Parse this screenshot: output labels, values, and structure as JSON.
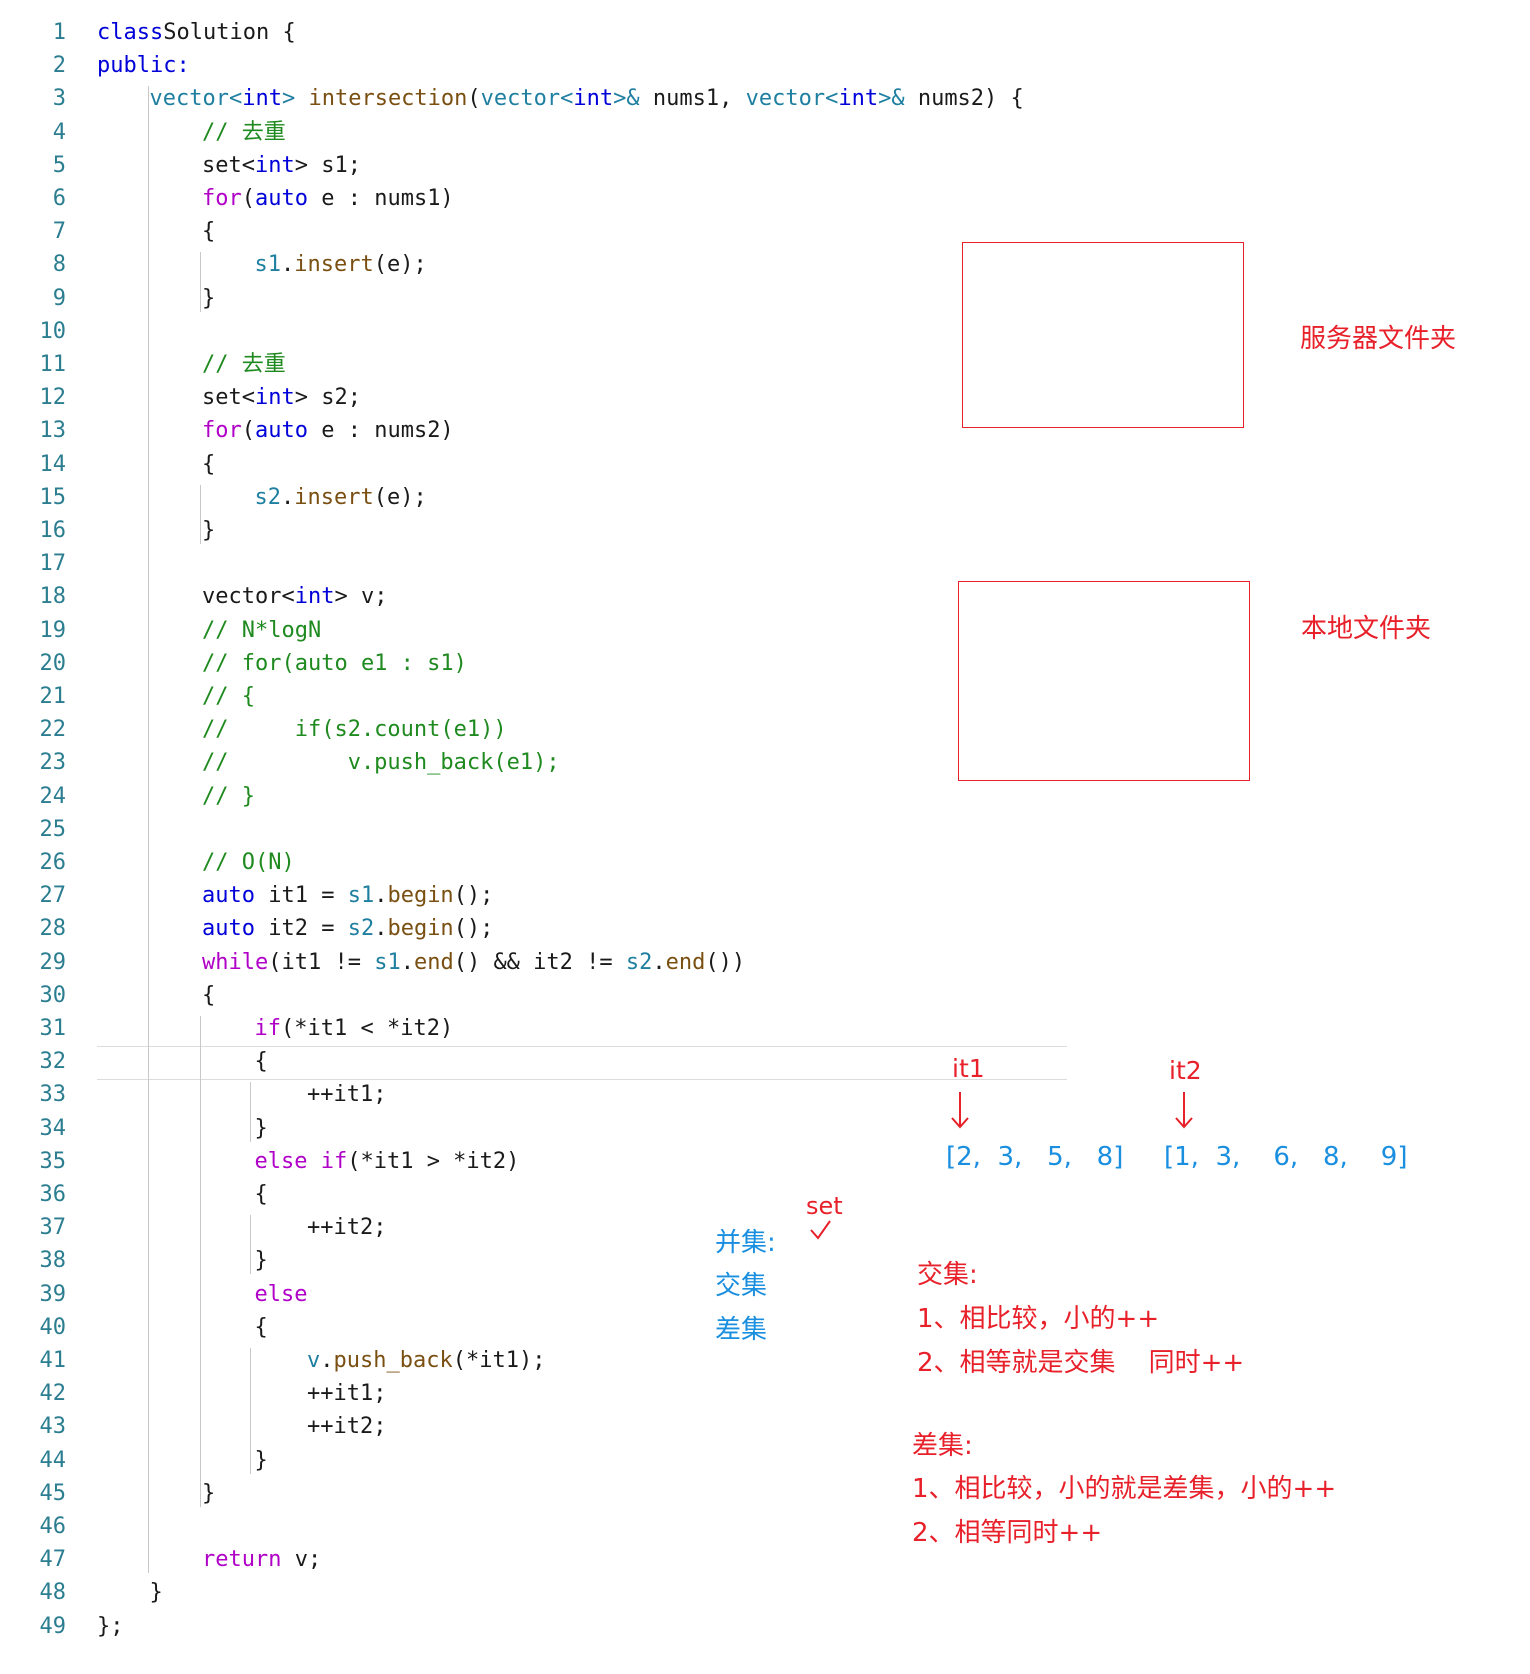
{
  "code": {
    "lines": [
      {
        "n": "1",
        "segs": [
          [
            "k",
            "class"
          ],
          [
            "",
            "Solution {"
          ]
        ],
        "ind": 0
      },
      {
        "n": "2",
        "segs": [
          [
            "k",
            "public:"
          ]
        ],
        "ind": 0
      },
      {
        "n": "3",
        "segs": [
          [
            "t",
            "vector<"
          ],
          [
            "k",
            "int"
          ],
          [
            "t",
            ">"
          ],
          [
            "",
            " "
          ],
          [
            "f",
            "intersection"
          ],
          [
            "",
            "("
          ],
          [
            "t",
            "vector<"
          ],
          [
            "k",
            "int"
          ],
          [
            "t",
            ">&"
          ],
          [
            "",
            " nums1, "
          ],
          [
            "t",
            "vector<"
          ],
          [
            "k",
            "int"
          ],
          [
            "t",
            ">&"
          ],
          [
            "",
            " nums2) {"
          ]
        ],
        "ind": 1
      },
      {
        "n": "4",
        "segs": [
          [
            "c",
            "// 去重"
          ]
        ],
        "ind": 2
      },
      {
        "n": "5",
        "segs": [
          [
            "",
            "set<"
          ],
          [
            "k",
            "int"
          ],
          [
            "",
            "> s1;"
          ]
        ],
        "ind": 2
      },
      {
        "n": "6",
        "segs": [
          [
            "m",
            "for"
          ],
          [
            "",
            "("
          ],
          [
            "k",
            "auto"
          ],
          [
            "",
            " e : nums1)"
          ]
        ],
        "ind": 2
      },
      {
        "n": "7",
        "segs": [
          [
            "",
            "{"
          ]
        ],
        "ind": 2
      },
      {
        "n": "8",
        "segs": [
          [
            "t",
            "s1"
          ],
          [
            "",
            "."
          ],
          [
            "f",
            "insert"
          ],
          [
            "",
            "(e);"
          ]
        ],
        "ind": 3
      },
      {
        "n": "9",
        "segs": [
          [
            "",
            "}"
          ]
        ],
        "ind": 2
      },
      {
        "n": "10",
        "segs": [],
        "ind": 0
      },
      {
        "n": "11",
        "segs": [
          [
            "c",
            "// 去重"
          ]
        ],
        "ind": 2
      },
      {
        "n": "12",
        "segs": [
          [
            "",
            "set<"
          ],
          [
            "k",
            "int"
          ],
          [
            "",
            "> s2;"
          ]
        ],
        "ind": 2
      },
      {
        "n": "13",
        "segs": [
          [
            "m",
            "for"
          ],
          [
            "",
            "("
          ],
          [
            "k",
            "auto"
          ],
          [
            "",
            " e : nums2)"
          ]
        ],
        "ind": 2
      },
      {
        "n": "14",
        "segs": [
          [
            "",
            "{"
          ]
        ],
        "ind": 2
      },
      {
        "n": "15",
        "segs": [
          [
            "t",
            "s2"
          ],
          [
            "",
            "."
          ],
          [
            "f",
            "insert"
          ],
          [
            "",
            "(e);"
          ]
        ],
        "ind": 3
      },
      {
        "n": "16",
        "segs": [
          [
            "",
            "}"
          ]
        ],
        "ind": 2
      },
      {
        "n": "17",
        "segs": [],
        "ind": 0
      },
      {
        "n": "18",
        "segs": [
          [
            "",
            "vector<"
          ],
          [
            "k",
            "int"
          ],
          [
            "",
            "> v;"
          ]
        ],
        "ind": 2
      },
      {
        "n": "19",
        "segs": [
          [
            "c",
            "// N*logN"
          ]
        ],
        "ind": 2
      },
      {
        "n": "20",
        "segs": [
          [
            "c",
            "// for(auto e1 : s1)"
          ]
        ],
        "ind": 2
      },
      {
        "n": "21",
        "segs": [
          [
            "c",
            "// {"
          ]
        ],
        "ind": 2
      },
      {
        "n": "22",
        "segs": [
          [
            "c",
            "//     if(s2.count(e1))"
          ]
        ],
        "ind": 2
      },
      {
        "n": "23",
        "segs": [
          [
            "c",
            "//         v.push_back(e1);"
          ]
        ],
        "ind": 2
      },
      {
        "n": "24",
        "segs": [
          [
            "c",
            "// }"
          ]
        ],
        "ind": 2
      },
      {
        "n": "25",
        "segs": [],
        "ind": 0
      },
      {
        "n": "26",
        "segs": [
          [
            "c",
            "// O(N)"
          ]
        ],
        "ind": 2
      },
      {
        "n": "27",
        "segs": [
          [
            "k",
            "auto"
          ],
          [
            "",
            " it1 = "
          ],
          [
            "t",
            "s1"
          ],
          [
            "",
            "."
          ],
          [
            "f",
            "begin"
          ],
          [
            "",
            "();"
          ]
        ],
        "ind": 2
      },
      {
        "n": "28",
        "segs": [
          [
            "k",
            "auto"
          ],
          [
            "",
            " it2 = "
          ],
          [
            "t",
            "s2"
          ],
          [
            "",
            "."
          ],
          [
            "f",
            "begin"
          ],
          [
            "",
            "();"
          ]
        ],
        "ind": 2
      },
      {
        "n": "29",
        "segs": [
          [
            "m",
            "while"
          ],
          [
            "",
            "(it1 != "
          ],
          [
            "t",
            "s1"
          ],
          [
            "",
            "."
          ],
          [
            "f",
            "end"
          ],
          [
            "",
            "() && it2 != "
          ],
          [
            "t",
            "s2"
          ],
          [
            "",
            "."
          ],
          [
            "f",
            "end"
          ],
          [
            "",
            "())"
          ]
        ],
        "ind": 2
      },
      {
        "n": "30",
        "segs": [
          [
            "",
            "{"
          ]
        ],
        "ind": 2
      },
      {
        "n": "31",
        "segs": [
          [
            "m",
            "if"
          ],
          [
            "",
            "(*it1 < *it2)"
          ]
        ],
        "ind": 3
      },
      {
        "n": "32",
        "segs": [
          [
            "",
            "{"
          ]
        ],
        "ind": 3
      },
      {
        "n": "33",
        "segs": [
          [
            "",
            "++it1;"
          ]
        ],
        "ind": 4
      },
      {
        "n": "34",
        "segs": [
          [
            "",
            "}"
          ]
        ],
        "ind": 3
      },
      {
        "n": "35",
        "segs": [
          [
            "m",
            "else if"
          ],
          [
            "",
            "(*it1 > *it2)"
          ]
        ],
        "ind": 3
      },
      {
        "n": "36",
        "segs": [
          [
            "",
            "{"
          ]
        ],
        "ind": 3
      },
      {
        "n": "37",
        "segs": [
          [
            "",
            "++it2;"
          ]
        ],
        "ind": 4
      },
      {
        "n": "38",
        "segs": [
          [
            "",
            "}"
          ]
        ],
        "ind": 3
      },
      {
        "n": "39",
        "segs": [
          [
            "m",
            "else"
          ]
        ],
        "ind": 3
      },
      {
        "n": "40",
        "segs": [
          [
            "",
            "{"
          ]
        ],
        "ind": 3
      },
      {
        "n": "41",
        "segs": [
          [
            "t",
            "v"
          ],
          [
            "",
            "."
          ],
          [
            "f",
            "push_back"
          ],
          [
            "",
            "(*it1);"
          ]
        ],
        "ind": 4
      },
      {
        "n": "42",
        "segs": [
          [
            "",
            "++it1;"
          ]
        ],
        "ind": 4
      },
      {
        "n": "43",
        "segs": [
          [
            "",
            "++it2;"
          ]
        ],
        "ind": 4
      },
      {
        "n": "44",
        "segs": [
          [
            "",
            "}"
          ]
        ],
        "ind": 3
      },
      {
        "n": "45",
        "segs": [
          [
            "",
            "}"
          ]
        ],
        "ind": 2
      },
      {
        "n": "46",
        "segs": [],
        "ind": 0
      },
      {
        "n": "47",
        "segs": [
          [
            "m",
            "return"
          ],
          [
            "",
            " v;"
          ]
        ],
        "ind": 2
      },
      {
        "n": "48",
        "segs": [
          [
            "",
            "}"
          ]
        ],
        "ind": 1
      },
      {
        "n": "49",
        "segs": [
          [
            "",
            "};"
          ]
        ],
        "ind": 0
      }
    ]
  },
  "annotations": {
    "server_folder": "服务器文件夹",
    "local_folder": "本地文件夹",
    "it1_label": "it1",
    "it2_label": "it2",
    "array1": "[2,  3,   5,   8]",
    "array2": "[1,  3,    6,   8,    9]",
    "set_label": "set",
    "union": "并集:",
    "intersection": "交集",
    "difference": "差集",
    "intersect_title": "交集:",
    "intersect_rule1": "1、相比较，小的++",
    "intersect_rule2": "2、相等就是交集    同时++",
    "diff_title": "差集:",
    "diff_rule1": "1、相比较，小的就是差集，小的++",
    "diff_rule2": "2、相等同时++"
  },
  "colors": {
    "keyword": "#0000d8",
    "comment": "#1f8a1f",
    "annotation_red": "#e8202a",
    "annotation_blue": "#1a8fe0"
  }
}
